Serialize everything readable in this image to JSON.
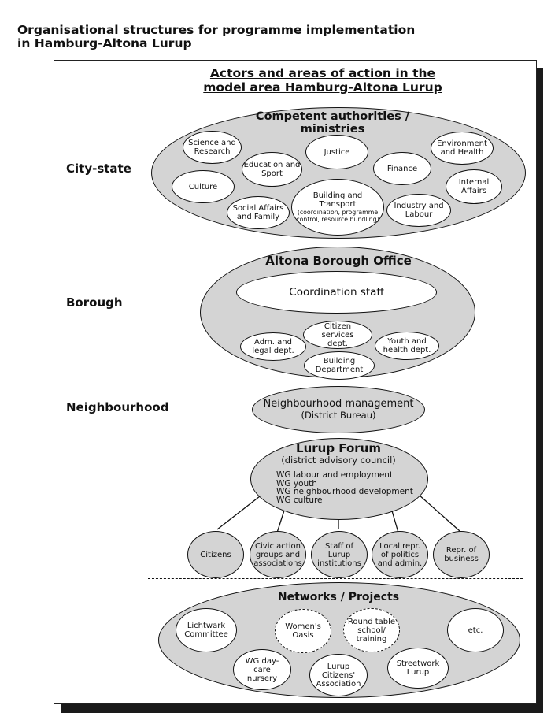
{
  "title_line1": "Organisational structures for programme implementation",
  "title_line2": "in Hamburg-Altona Lurup",
  "frame_title_line1": "Actors and areas of action in the",
  "frame_title_line2": "model area Hamburg-Altona Lurup",
  "levels": {
    "city_state": "City-state",
    "borough": "Borough",
    "neighbourhood": "Neighbourhood"
  },
  "authorities": {
    "title_line1": "Competent authorities /",
    "title_line2": "ministries",
    "science": "Science and Research",
    "education": "Education and Sport",
    "justice": "Justice",
    "finance": "Finance",
    "environment": "Environment and Health",
    "culture": "Culture",
    "internal": "Internal Affairs",
    "social": "Social Affairs and Family",
    "building_title": "Building and Transport",
    "building_note": "(coordination, programme control, resource bundling)",
    "industry": "Industry and Labour"
  },
  "borough_office": {
    "title": "Altona Borough Office",
    "coordination": "Coordination staff",
    "citizen_services": "Citizen services dept.",
    "adm_legal": "Adm. and legal dept.",
    "youth_health": "Youth and health dept.",
    "building_dept": "Building Department"
  },
  "neighbourhood": {
    "management_title": "Neighbourhood management",
    "management_sub": "(District Bureau)"
  },
  "forum": {
    "title": "Lurup Forum",
    "subtitle": "(district advisory council)",
    "wg": [
      "WG labour and employment",
      "WG youth",
      "WG neighbourhood development",
      "WG culture"
    ]
  },
  "forum_members": {
    "citizens": "Citizens",
    "civic": "Civic action groups and associations",
    "staff": "Staff of Lurup institutions",
    "local_repr": "Local repr. of politics and admin.",
    "business": "Repr. of business"
  },
  "networks": {
    "title": "Networks / Projects",
    "lichtwark": "Lichtwark Committee",
    "womens": "Women's Oasis",
    "round_table": "Round table school/ training",
    "etc": "etc.",
    "wg_daycare": "WG day-care nursery",
    "lurup_citizens": "Lurup Citizens' Association",
    "streetwork": "Streetwork Lurup"
  }
}
